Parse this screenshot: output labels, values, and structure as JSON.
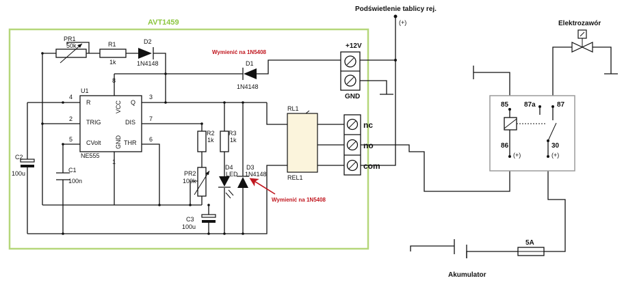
{
  "board": {
    "title": "AVT1459",
    "frame_color": "#b5d77a",
    "title_color": "#8cc63f"
  },
  "external": {
    "plate_light": "Podświetlenie tablicy rej.",
    "plate_light_pol": "(+)",
    "valve": "Elektrozawór",
    "battery": "Akumulator",
    "fuse": "5A"
  },
  "notes": {
    "replace_d1": "Wymienić na 1N5408",
    "replace_d3": "Wymienić na 1N5408",
    "note_color": "#c0161e"
  },
  "ic": {
    "ref": "U1",
    "part": "NE555",
    "pins": {
      "r": "R",
      "trig": "TRIG",
      "cvolt": "CVolt",
      "vcc": "VCC",
      "gnd": "GND",
      "q": "Q",
      "dis": "DIS",
      "thr": "THR"
    },
    "pin_numbers": {
      "p4": "4",
      "p2": "2",
      "p5": "5",
      "p8": "8",
      "p1": "1",
      "p3": "3",
      "p7": "7",
      "p6": "6"
    }
  },
  "components": {
    "pr1_ref": "PR1",
    "pr1_val": "50k",
    "r1_ref": "R1",
    "r1_val": "1k",
    "d2_ref": "D2",
    "d2_val": "1N4148",
    "d1_ref": "D1",
    "d1_val": "1N4148",
    "r2_ref": "R2",
    "r2_val": "1k",
    "r3_ref": "R3",
    "r3_val": "1k",
    "pr2_ref": "PR2",
    "pr2_val": "100k",
    "d4_ref": "D4",
    "d4_val": "LED",
    "d3_ref": "D3",
    "d3_val": "1N4148",
    "c1_ref": "C1",
    "c1_val": "100n",
    "c2_ref": "C2",
    "c2_val": "100u",
    "c3_ref": "C3",
    "c3_val": "100u",
    "rl1_ref": "RL1",
    "rl1_name": "REL1"
  },
  "terminals": {
    "plus12": "+12V",
    "gnd": "GND",
    "nc": "nc",
    "no": "no",
    "com": "com"
  },
  "relay": {
    "t85": "85",
    "t87a": "87a",
    "t87": "87",
    "t86": "86",
    "t30": "30",
    "pol86": "(+)",
    "pol30": "(+)",
    "box_color": "#9a9a9a"
  }
}
